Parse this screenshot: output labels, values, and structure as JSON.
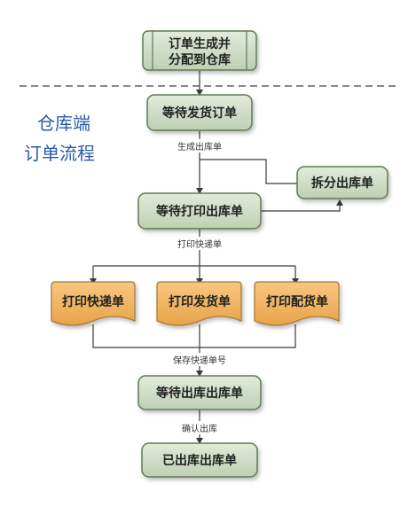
{
  "side_title": [
    "仓库端",
    "订单流程"
  ],
  "nodes": {
    "order_created": {
      "lines": [
        "订单生成并",
        "分配到仓库"
      ]
    },
    "await_ship_order": {
      "label": "等待发货订单"
    },
    "await_print_outbound": {
      "label": "等待打印出库单"
    },
    "split_outbound": {
      "label": "拆分出库单"
    },
    "print_express": {
      "label": "打印快递单"
    },
    "print_invoice": {
      "label": "打印发货单"
    },
    "print_picking": {
      "label": "打印配货单"
    },
    "await_outbound": {
      "label": "等待出库出库单"
    },
    "outbound_done": {
      "label": "已出库出库单"
    }
  },
  "edge_labels": {
    "generate_outbound": "生成出库单",
    "print_express_label": "打印快递单",
    "save_tracking": "保存快递单号",
    "confirm_outbound": "确认出库"
  },
  "colors": {
    "green_fill": "#cfdcc5",
    "green_border": "#5f7a55",
    "orange_fill": "#f2b45f",
    "orange_border": "#a87a3c",
    "line": "#3a3a3a",
    "title": "#2a5aa8",
    "divider": "#888888"
  }
}
